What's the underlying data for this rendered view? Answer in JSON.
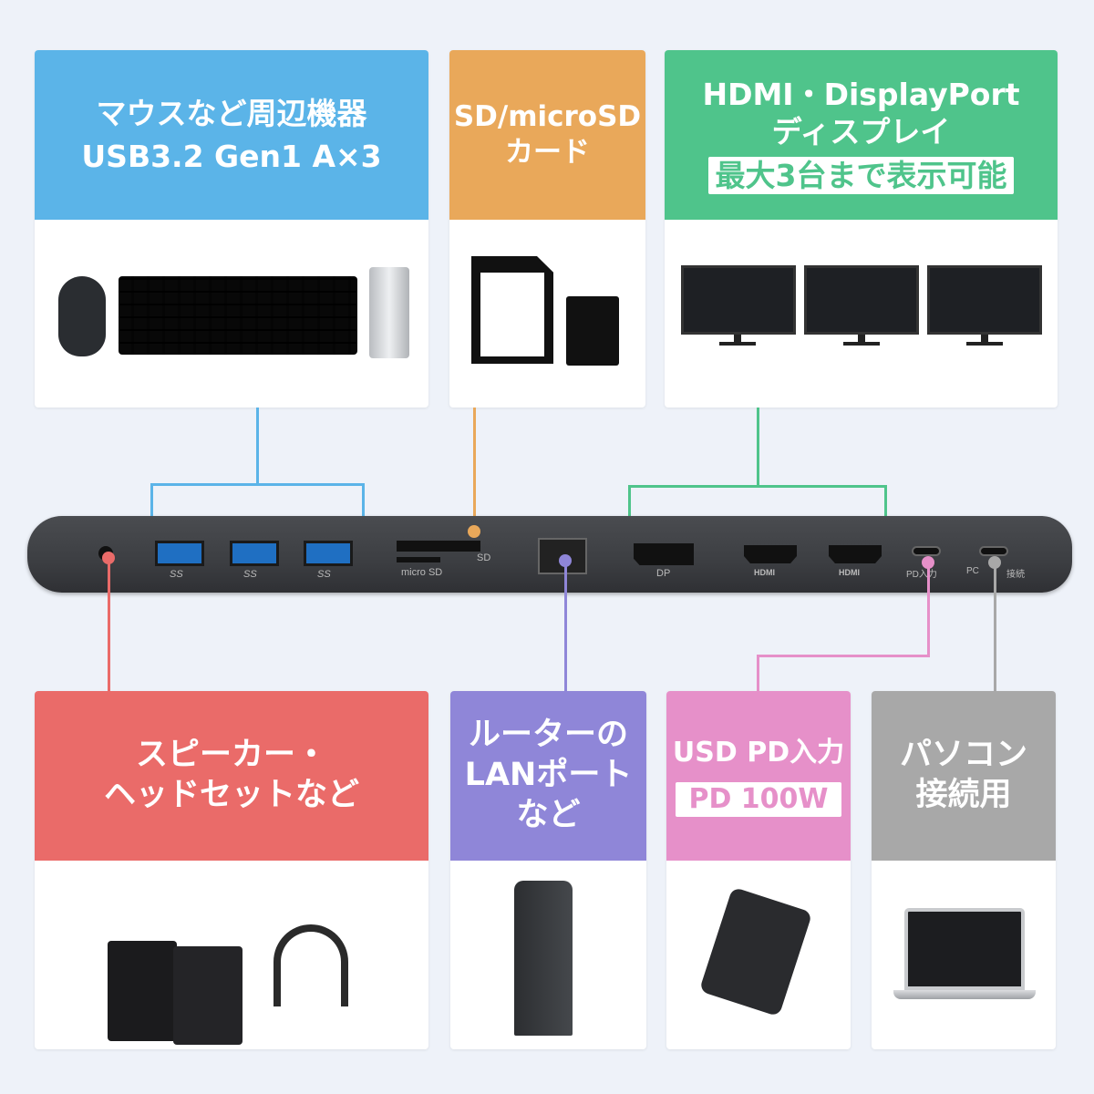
{
  "colors": {
    "blue": "#5bb4e8",
    "orange": "#e9a85a",
    "green": "#4fc48b",
    "red": "#ea6b69",
    "purple": "#8f86d8",
    "pink": "#e690c9",
    "gray": "#a8a8a8",
    "background": "#eef2f9"
  },
  "panels": {
    "usb": {
      "line1": "マウスなど周辺機器",
      "line2": "USB3.2 Gen1 A×3",
      "icons": [
        "mouse-image",
        "keyboard-image",
        "usb-flash-drive-image"
      ]
    },
    "sd": {
      "line1": "SD/microSD",
      "line2": "カード",
      "icons": [
        "sdxc-card-image",
        "microsdxc-card-image"
      ]
    },
    "display": {
      "line1": "HDMI・DisplayPort",
      "line2": "ディスプレイ",
      "badge": "最大3台まで表示可能",
      "icons": [
        "monitor-image",
        "monitor-image",
        "monitor-image"
      ]
    },
    "audio": {
      "line1": "スピーカー・",
      "line2": "ヘッドセットなど",
      "icons": [
        "speakers-image",
        "headset-image"
      ]
    },
    "lan": {
      "line1": "ルーターの",
      "line2": "LANポート",
      "line3": "など",
      "icons": [
        "router-image"
      ]
    },
    "pd": {
      "line1": "USD PD入力",
      "badge": "PD 100W",
      "icons": [
        "ac-adapter-image"
      ]
    },
    "pc": {
      "line1": "パソコン",
      "line2": "接続用",
      "icons": [
        "laptop-image"
      ]
    }
  },
  "dock": {
    "usb_logo": "SS",
    "sd_label": "SD",
    "microsd_label": "micro SD",
    "dp_label": "DP",
    "hdmi_label": "HDMI",
    "pd_label": "PD入力",
    "pc_label": "PC",
    "pc_suffix": "接続"
  }
}
